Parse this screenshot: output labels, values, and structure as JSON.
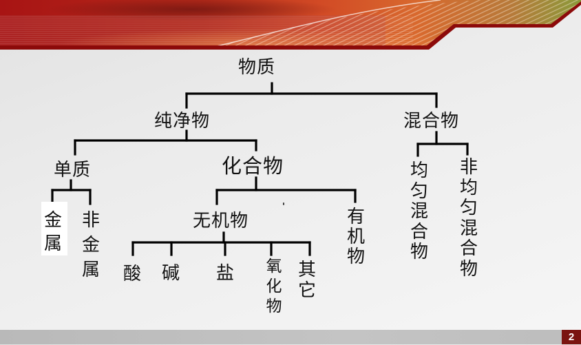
{
  "slide": {
    "page_number": "2",
    "colors": {
      "banner_dark_red": "#9b1010",
      "banner_orange": "#d9622b",
      "banner_green": "#8a9a3a",
      "border_red": "#8c0a0a",
      "footer_gray": "#bdbdbd",
      "page_box": "#7a1410"
    }
  },
  "tree": {
    "root": "物质",
    "pure": "纯净物",
    "mixture": "混合物",
    "element": "单质",
    "compound": "化合物",
    "metal": [
      "金",
      "属"
    ],
    "nonmetal": [
      "非",
      "金",
      "属"
    ],
    "inorganic": "无机物",
    "organic": [
      "有",
      "机",
      "物"
    ],
    "acid": "酸",
    "base": "碱",
    "salt": "盐",
    "oxide": [
      "氧",
      "化",
      "物"
    ],
    "other": [
      "其",
      "它"
    ],
    "homogeneous": [
      "均",
      "匀",
      "混",
      "合",
      "物"
    ],
    "heterogeneous": [
      "非",
      "均",
      "匀",
      "混",
      "合",
      "物"
    ]
  }
}
